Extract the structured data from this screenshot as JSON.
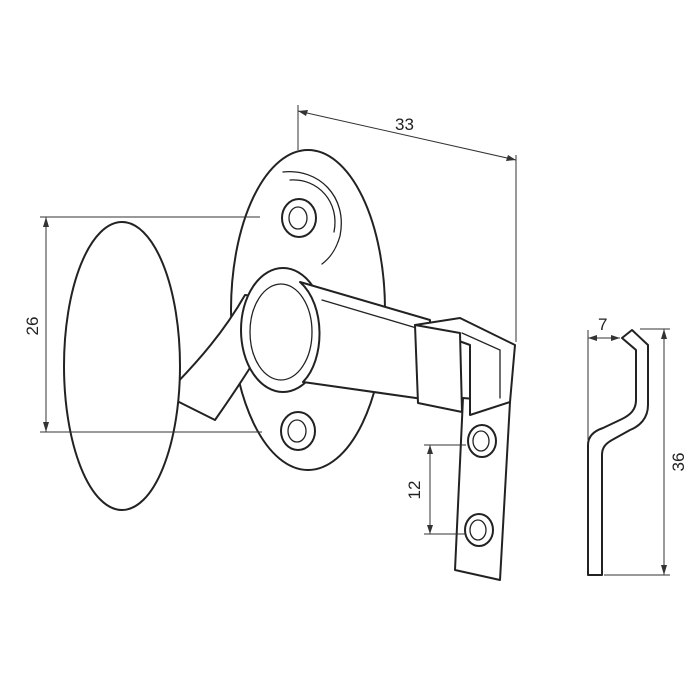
{
  "dimensions": {
    "width_label": "33",
    "height_label": "26",
    "hole_spacing_label": "12",
    "profile_offset_label": "7",
    "profile_height_label": "36"
  }
}
